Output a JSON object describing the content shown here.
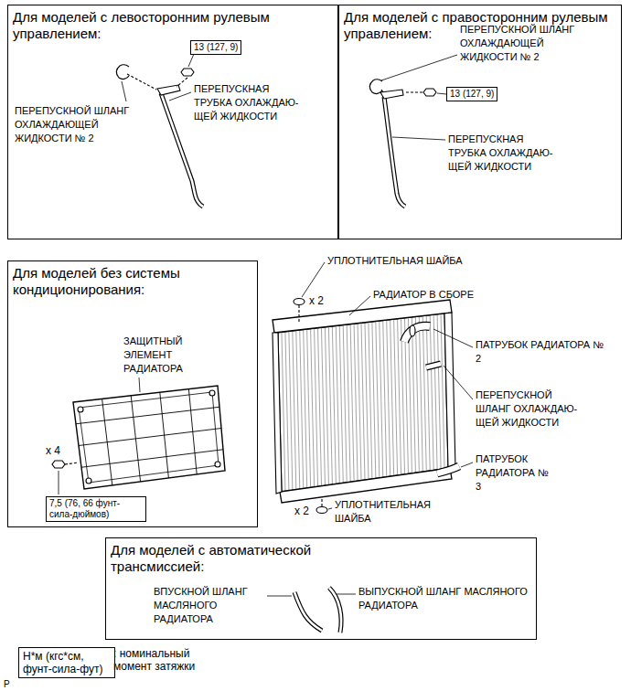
{
  "diagram": {
    "nodes": [
      {
        "text": [
          "Для моделей с левосторонним рулевым управлением:"
        ]
      },
      {
        "text": [
          "13 (127, 9)"
        ],
        "in": 0
      },
      {
        "text": [
          "Для моделей с правосторонним рулевым управлением:"
        ]
      },
      {
        "text": [
          "13 (127, 9)"
        ],
        "in": 2
      },
      {
        "text": [
          "Для моделей без системы кондиционирования:"
        ]
      },
      {
        "text": [
          "7,5 (76, 66 фунт-сила-дюймов)"
        ],
        "in": 4
      },
      {
        "text": [
          "Для моделей с автоматической трансмиссией:"
        ]
      },
      {
        "text": [
          "Н*м (кгс*см, фунт-сила-фут)"
        ]
      }
    ],
    "edges": [],
    "labels": [
      "ПЕРЕПУСКНОЙ ШЛАНГ ОХЛАЖДАЮЩЕЙ ЖИДКОСТИ № 2",
      "ПЕРЕПУСКНАЯ ТРУБКА ОХЛАЖДАЮ- ЩЕЙ ЖИДКОСТИ",
      "ПЕРЕПУСКНОЙ ШЛАНГ ОХЛАЖДАЮЩЕЙ ЖИДКОСТИ № 2",
      "ПЕРЕПУСКНАЯ ТРУБКА ОХЛАЖДАЮ- ЩЕЙ ЖИДКОСТИ",
      "ЗАЩИТНЫЙ ЭЛЕМЕНТ РАДИАТОРА",
      "x 4",
      "УПЛОТНИТЕЛЬНАЯ ШАЙБА",
      "x 2",
      "РАДИАТОР В СБОРЕ",
      "ПАТРУБОК РАДИАТОРА № 2",
      "ПЕРЕПУСКНОЙ ШЛАНГ ОХЛАЖДАЮ- ЩЕЙ ЖИДКОСТИ",
      "ПАТРУБОК РАДИАТОРА № 3",
      "x 2",
      "УПЛОТНИТЕЛЬНАЯ ШАЙБА",
      "ВПУСКНОЙ ШЛАНГ МАСЛЯНОГО РАДИАТОРА",
      "ВЫПУСКНОЙ ШЛАНГ МАСЛЯНОГО РАДИАТОРА",
      ": номинальный момент затяжки",
      "P"
    ]
  }
}
